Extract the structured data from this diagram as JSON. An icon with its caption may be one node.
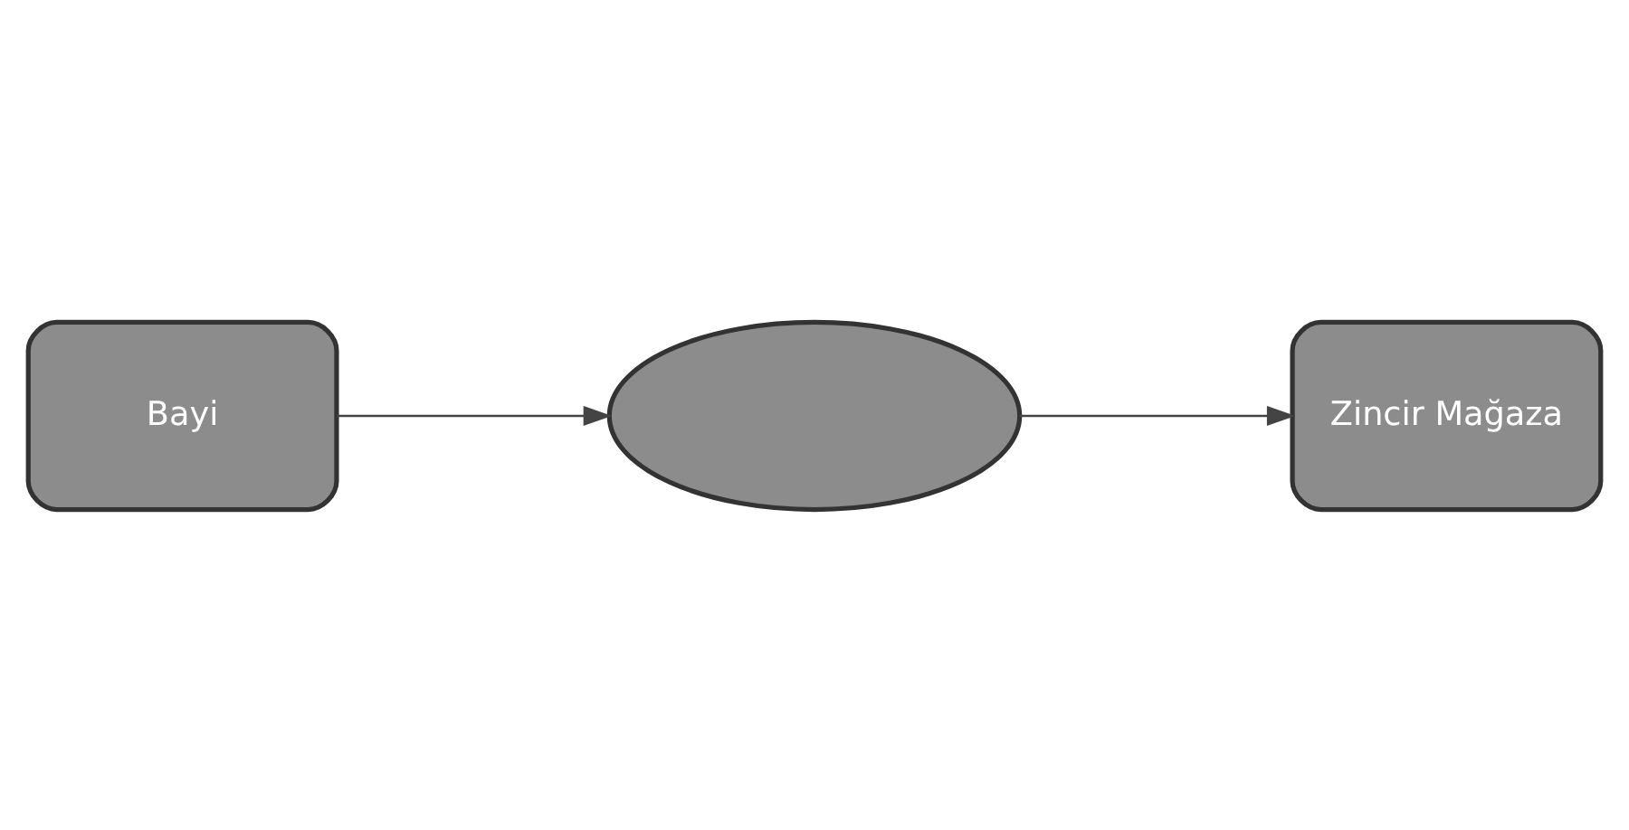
{
  "diagram": {
    "nodes": [
      {
        "text": [
          "Bayi"
        ]
      },
      {
        "text": [],
        "shape": "ellipse"
      },
      {
        "text": [
          "Zincir Mağaza"
        ]
      }
    ],
    "edges": [
      {
        "from": 0,
        "to": 1,
        "arrow": "to"
      },
      {
        "from": 1,
        "to": 2,
        "arrow": "to"
      }
    ]
  }
}
